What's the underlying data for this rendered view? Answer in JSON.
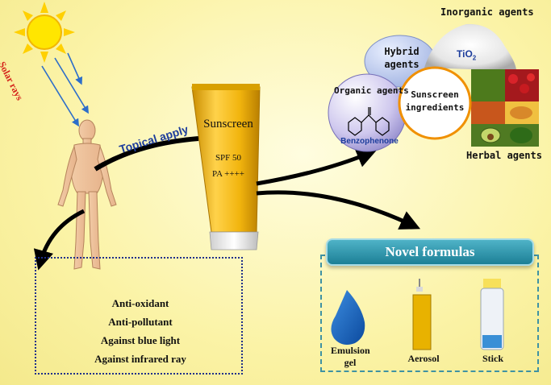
{
  "sun": {
    "rays_label": "Solar rays"
  },
  "person": {
    "apply_label": "Topical apply"
  },
  "tube": {
    "brand": "Sunscreen",
    "spf": "SPF 50",
    "pa": "PA ++++"
  },
  "benefits": [
    "Anti-oxidant",
    "Anti-pollutant",
    "Against blue light",
    "Against infrared ray"
  ],
  "ingredients": {
    "center": "Sunscreen ingredients",
    "organic": "Organic agents",
    "organic_example": "Benzophenone",
    "hybrid": "Hybrid agents",
    "inorganic": "Inorganic agents",
    "inorganic_example": "TiO",
    "inorganic_subscript": "2",
    "herbal": "Herbal agents"
  },
  "novel": {
    "title": "Novel formulas",
    "items": [
      "Emulsion gel",
      "Aerosol",
      "Stick"
    ]
  },
  "colors": {
    "accent_teal": "#1c7f96",
    "tube_gold": "#e0a800",
    "sun_yellow": "#ffe100"
  }
}
